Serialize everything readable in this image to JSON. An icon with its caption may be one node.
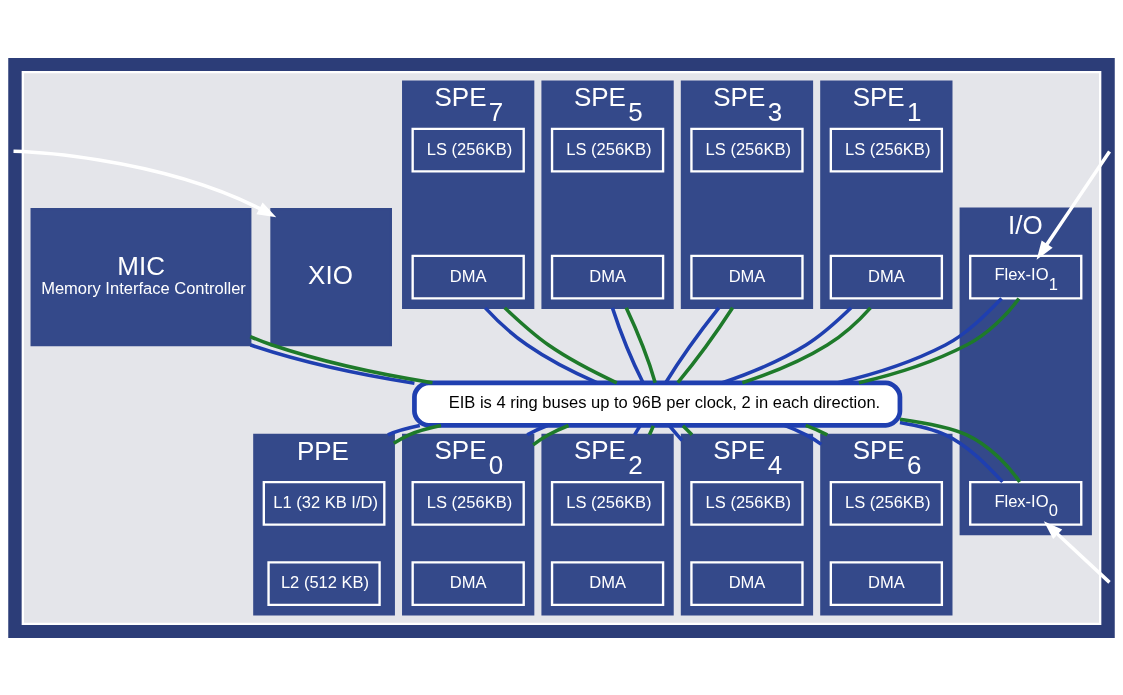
{
  "diagram": {
    "nodes": [
      {
        "text": [],
        "shape": "box"
      },
      {
        "text": [
          "XIO"
        ],
        "in": 0
      },
      {
        "text": [
          "MIC",
          "Memory Interface Controller"
        ],
        "in": 0
      },
      {
        "text": [
          "SPE$_{1}$"
        ],
        "in": 0
      },
      {
        "text": [
          "LS (256KB)"
        ],
        "in": 3
      },
      {
        "text": [
          "DMA"
        ],
        "in": 3
      },
      {
        "text": [
          "SPE$_{3}$"
        ],
        "in": 0
      },
      {
        "text": [
          "LS (256KB)"
        ],
        "in": 6
      },
      {
        "text": [
          "DMA"
        ],
        "in": 6
      },
      {
        "text": [
          "SPE$_{5}$"
        ],
        "in": 0
      },
      {
        "text": [
          "LS (256KB)"
        ],
        "in": 9
      },
      {
        "text": [
          "DMA"
        ],
        "in": 9
      },
      {
        "text": [
          "SPE$_{7}$"
        ],
        "in": 0
      },
      {
        "text": [
          "LS (256KB)"
        ],
        "in": 12
      },
      {
        "text": [
          "DMA"
        ],
        "in": 12
      },
      {
        "text": [
          "I/O"
        ],
        "in": 0
      },
      {
        "text": [
          "Flex-IO$_{1}$"
        ],
        "in": 15
      },
      {
        "text": [
          "Flex-IO$_{0}$"
        ],
        "in": 15
      },
      {
        "text": [
          "EIB is 4 ring buses up to 96B per clock, 2 in each direction."
        ],
        "in": 0
      },
      {
        "text": [
          "PPE"
        ],
        "in": 0
      },
      {
        "text": [
          "L1 (32 KB I/D)"
        ],
        "in": 19
      },
      {
        "text": [
          "L2 (512 KB)"
        ],
        "in": 19
      },
      {
        "text": [
          "SPE$_{0}$"
        ],
        "in": 0
      },
      {
        "text": [
          "LS (256KB)"
        ],
        "in": 22
      },
      {
        "text": [
          "DMA"
        ],
        "in": 22
      },
      {
        "text": [
          "SPE$_{2}$"
        ],
        "in": 0
      },
      {
        "text": [
          "LS (256KB)"
        ],
        "in": 25
      },
      {
        "text": [
          "DMA"
        ],
        "in": 25
      },
      {
        "text": [
          "SPE$_{4}$"
        ],
        "in": 0
      },
      {
        "text": [
          "LS (256KB)"
        ],
        "in": 28
      },
      {
        "text": [
          "DMA"
        ],
        "in": 28
      },
      {
        "text": [
          "SPE$_{6}$"
        ],
        "in": 0
      },
      {
        "text": [
          "LS (256KB)"
        ],
        "in": 31
      },
      {
        "text": [
          "DMA"
        ],
        "in": 31
      }
    ],
    "edges": [
      {
        "from": null,
        "to": 1,
        "arrow": "to",
        "color": "#ffffff"
      },
      {
        "from": null,
        "to": 16,
        "arrow": "to",
        "color": "#ffffff"
      },
      {
        "from": null,
        "to": 17,
        "arrow": "to",
        "color": "#ffffff"
      },
      {
        "from": 2,
        "to": 18,
        "arrow": "none",
        "color": "#1f3fb0"
      },
      {
        "from": 2,
        "to": 18,
        "arrow": "none",
        "color": "#1e7a2a"
      },
      {
        "from": 3,
        "to": 18,
        "arrow": "none",
        "color": "#1f3fb0"
      },
      {
        "from": 3,
        "to": 18,
        "arrow": "none",
        "color": "#1e7a2a"
      },
      {
        "from": 6,
        "to": 18,
        "arrow": "none",
        "color": "#1f3fb0"
      },
      {
        "from": 6,
        "to": 18,
        "arrow": "none",
        "color": "#1e7a2a"
      },
      {
        "from": 9,
        "to": 18,
        "arrow": "none",
        "color": "#1f3fb0"
      },
      {
        "from": 9,
        "to": 18,
        "arrow": "none",
        "color": "#1e7a2a"
      },
      {
        "from": 12,
        "to": 18,
        "arrow": "none",
        "color": "#1f3fb0"
      },
      {
        "from": 12,
        "to": 18,
        "arrow": "none",
        "color": "#1e7a2a"
      },
      {
        "from": 16,
        "to": 18,
        "arrow": "none",
        "color": "#1f3fb0"
      },
      {
        "from": 16,
        "to": 18,
        "arrow": "none",
        "color": "#1e7a2a"
      },
      {
        "from": 19,
        "to": 18,
        "arrow": "none",
        "color": "#1f3fb0"
      },
      {
        "from": 19,
        "to": 18,
        "arrow": "none",
        "color": "#1e7a2a"
      },
      {
        "from": 22,
        "to": 18,
        "arrow": "none",
        "color": "#1f3fb0"
      },
      {
        "from": 22,
        "to": 18,
        "arrow": "none",
        "color": "#1e7a2a"
      },
      {
        "from": 25,
        "to": 18,
        "arrow": "none",
        "color": "#1f3fb0"
      },
      {
        "from": 25,
        "to": 18,
        "arrow": "none",
        "color": "#1e7a2a"
      },
      {
        "from": 28,
        "to": 18,
        "arrow": "none",
        "color": "#1f3fb0"
      },
      {
        "from": 28,
        "to": 18,
        "arrow": "none",
        "color": "#1e7a2a"
      },
      {
        "from": 31,
        "to": 18,
        "arrow": "none",
        "color": "#1f3fb0"
      },
      {
        "from": 31,
        "to": 18,
        "arrow": "none",
        "color": "#1e7a2a"
      },
      {
        "from": 17,
        "to": 18,
        "arrow": "none",
        "color": "#1f3fb0"
      },
      {
        "from": 17,
        "to": 18,
        "arrow": "none",
        "color": "#1e7a2a"
      }
    ]
  }
}
